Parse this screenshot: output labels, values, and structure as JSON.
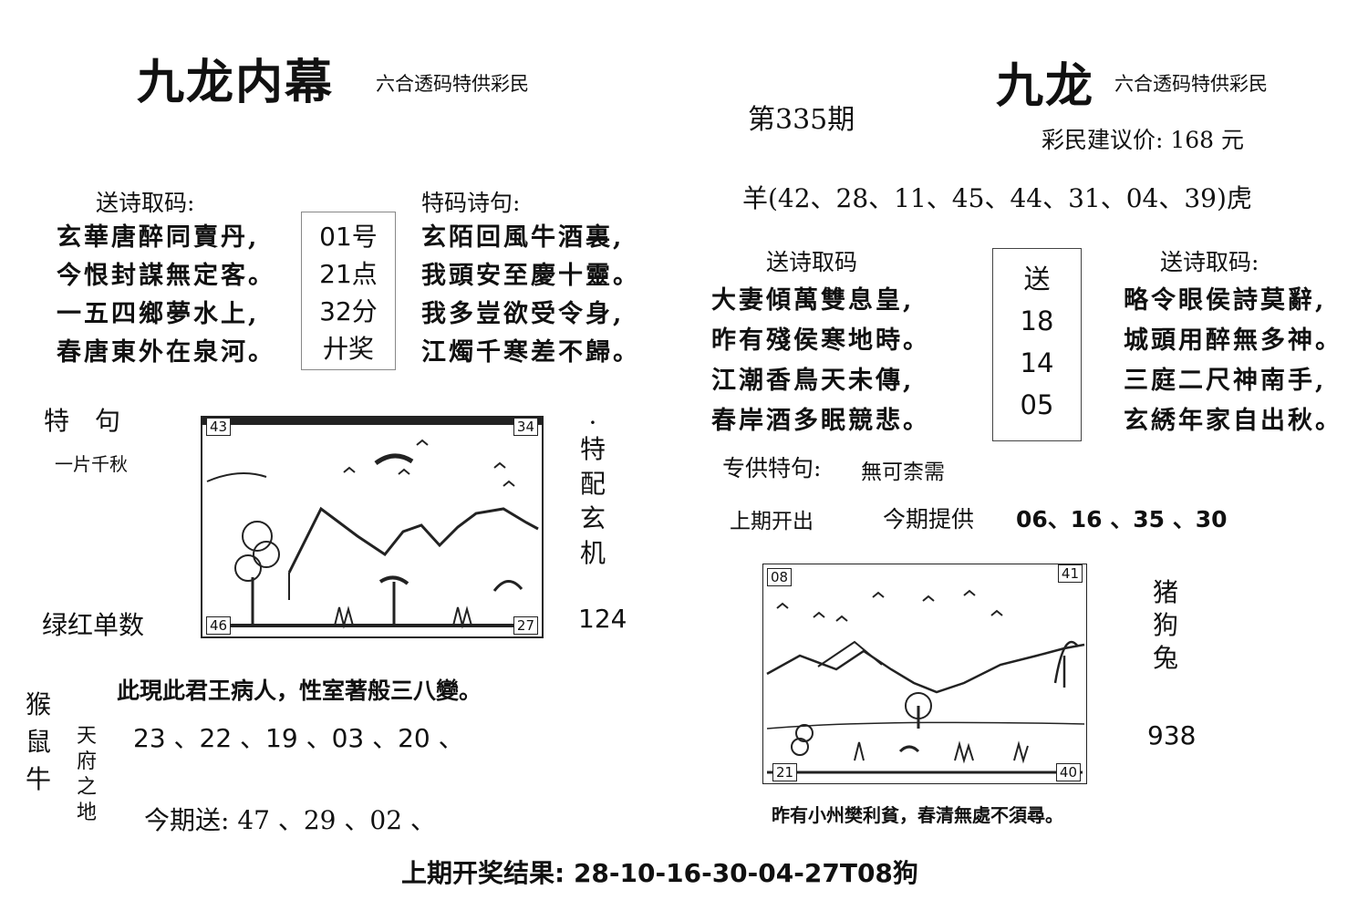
{
  "left": {
    "title": "九龙内幕",
    "subtitle": "六合透码特供彩民",
    "poem_header": "送诗取码:",
    "poem_lines": [
      "玄華唐醉同賣丹,",
      "今恨封謀無定客。",
      "一五四鄉夢水上,",
      "春唐東外在泉河。"
    ],
    "center_box": [
      "01号",
      "21点",
      "32分",
      "廾奖"
    ],
    "special_header": "特码诗句:",
    "special_lines": [
      "玄陌回風牛酒裏,",
      "我頭安至慶十靈。",
      "我多豈欲受令身,",
      "江燭千寒差不歸。"
    ],
    "tejv_label": "特　句",
    "tejv_text": "一片千秋",
    "img_corners": {
      "tl": "43",
      "tr": "34",
      "bl": "46",
      "br": "27"
    },
    "vertical_tepei": [
      "·",
      "特",
      "配",
      "玄",
      "机"
    ],
    "lvhong": "绿红单数",
    "num_124": "124",
    "verse": "此現此君王病人，性室著般三八變。",
    "zodiac_vertical": [
      "猴",
      "鼠",
      "牛"
    ],
    "tianfu_vertical": [
      "天",
      "府",
      "之",
      "地"
    ],
    "numbers_line": "23 、22 、19 、03 、20 、",
    "jinqisong": "今期送: 47 、29 、02 、"
  },
  "center": {
    "issue": "第335期"
  },
  "right": {
    "title": "九龙",
    "subtitle": "六合透码特供彩民",
    "price": "彩民建议价: 168 元",
    "range_line": "羊(42、28、11、45、44、31、04、39)虎",
    "poem_header_left": "送诗取码",
    "poem_left": [
      "大妻傾萬雙息皇,",
      "昨有殘侯寒地時。",
      "江潮香鳥天未傳,",
      "春岸酒多眠競悲。"
    ],
    "center_box": [
      "送",
      "18",
      "14",
      "05"
    ],
    "poem_header_right": "送诗取码:",
    "poem_right": [
      "略令眼侯詩莫辭,",
      "城頭用醉無多神。",
      "三庭二尺神南手,",
      "玄綉年家自出秋。"
    ],
    "zhuangong_label": "专供特句:",
    "zhuangong_text": "無可柰需",
    "last_open": "上期开出",
    "this_period": "今期提供",
    "period_numbers": "06、16 、35 、30",
    "img_corners": {
      "tl": "08",
      "tr": "41",
      "bl": "21",
      "br": "40"
    },
    "zodiac_vertical": [
      "猪",
      "狗",
      "兔"
    ],
    "num_938": "938",
    "bottom_verse": "昨有小州樊利貧，春清無處不須尋。"
  },
  "footer": {
    "result": "上期开奖结果: 28-10-16-30-04-27T08狗"
  }
}
